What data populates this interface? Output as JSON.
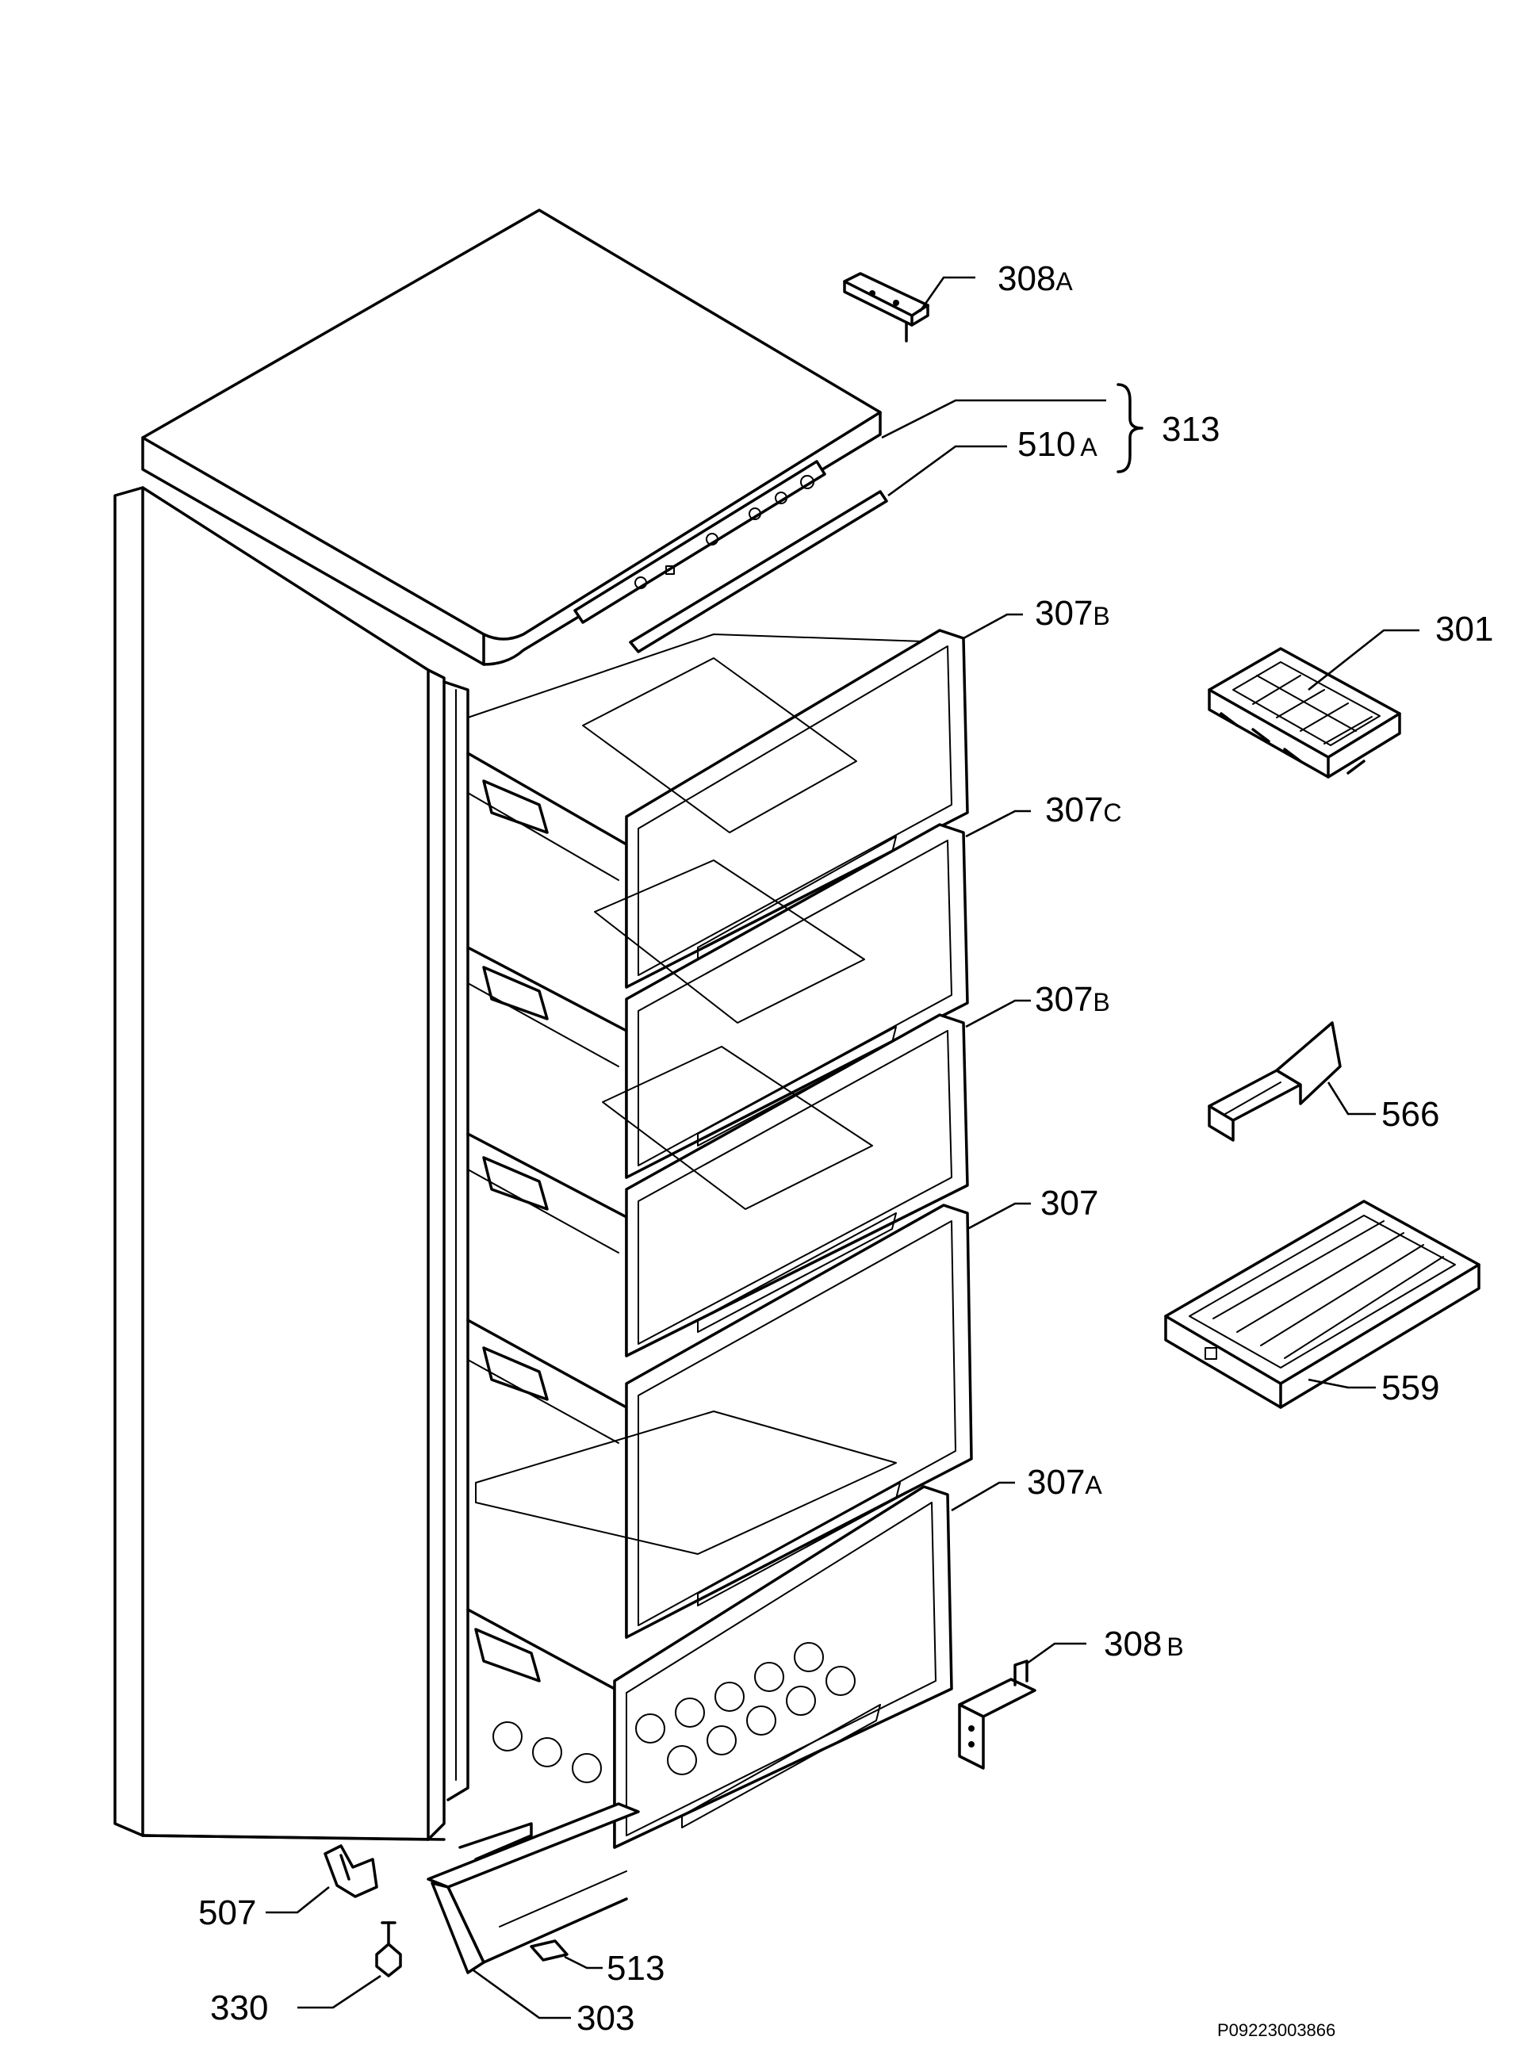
{
  "parts": [
    {
      "id": "p308a",
      "number": "308",
      "suffix": "A"
    },
    {
      "id": "p313",
      "number": "313",
      "suffix": ""
    },
    {
      "id": "p510a",
      "number": "510",
      "suffix": "A"
    },
    {
      "id": "p307b_top",
      "number": "307",
      "suffix": "B"
    },
    {
      "id": "p301",
      "number": "301",
      "suffix": ""
    },
    {
      "id": "p307c",
      "number": "307",
      "suffix": "C"
    },
    {
      "id": "p307b_mid",
      "number": "307",
      "suffix": "B"
    },
    {
      "id": "p566",
      "number": "566",
      "suffix": ""
    },
    {
      "id": "p307",
      "number": "307",
      "suffix": ""
    },
    {
      "id": "p559",
      "number": "559",
      "suffix": ""
    },
    {
      "id": "p307a",
      "number": "307",
      "suffix": "A"
    },
    {
      "id": "p308b",
      "number": "308",
      "suffix": "B"
    },
    {
      "id": "p507",
      "number": "507",
      "suffix": ""
    },
    {
      "id": "p513",
      "number": "513",
      "suffix": ""
    },
    {
      "id": "p330",
      "number": "330",
      "suffix": ""
    },
    {
      "id": "p303",
      "number": "303",
      "suffix": ""
    }
  ],
  "drawing_ref": "P09223003866"
}
